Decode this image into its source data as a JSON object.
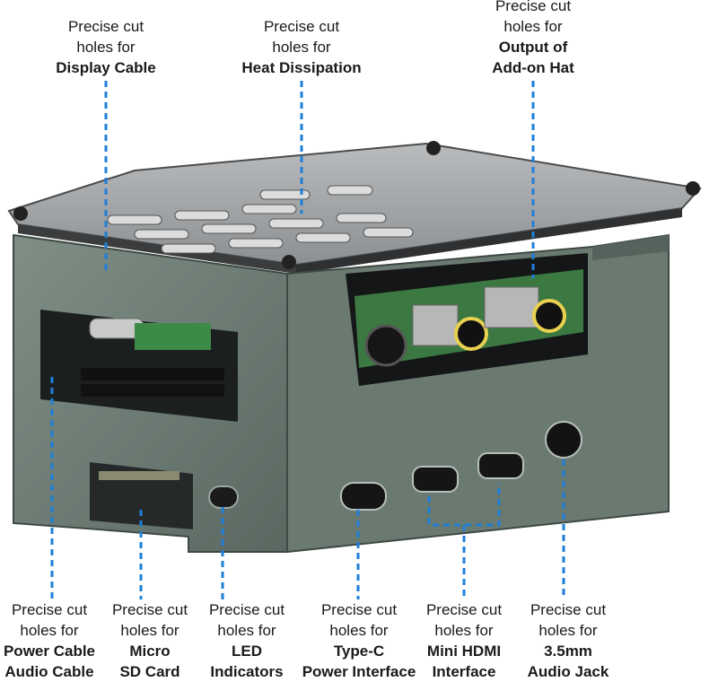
{
  "callouts_top": [
    {
      "line1": "Precise cut",
      "line2": "holes for",
      "bold": [
        "Display Cable"
      ]
    },
    {
      "line1": "Precise cut",
      "line2": "holes for",
      "bold": [
        "Heat Dissipation"
      ]
    },
    {
      "line1": "Precise cut",
      "line2": "holes for",
      "bold": [
        "Output of",
        "Add-on Hat"
      ]
    }
  ],
  "callouts_bottom": [
    {
      "line1": "Precise cut",
      "line2": "holes for",
      "bold": [
        "Power Cable",
        "Audio Cable"
      ]
    },
    {
      "line1": "Precise cut",
      "line2": "holes for",
      "bold": [
        "Micro",
        "SD Card"
      ]
    },
    {
      "line1": "Precise cut",
      "line2": "holes for",
      "bold": [
        "LED",
        "Indicators"
      ]
    },
    {
      "line1": "Precise cut",
      "line2": "holes for",
      "bold": [
        "Type-C",
        "Power Interface"
      ]
    },
    {
      "line1": "Precise cut",
      "line2": "holes for",
      "bold": [
        "Mini HDMI",
        "Interface"
      ]
    },
    {
      "line1": "Precise cut",
      "line2": "holes for",
      "bold": [
        "3.5mm",
        "Audio Jack"
      ]
    }
  ],
  "colors": {
    "callout_line": "#1e7fd8",
    "case_metal": "#6f7f76",
    "case_shadow": "#4d5a53",
    "lid_acrylic": "#9a9d9f",
    "pcb_green": "#3f7a44"
  }
}
